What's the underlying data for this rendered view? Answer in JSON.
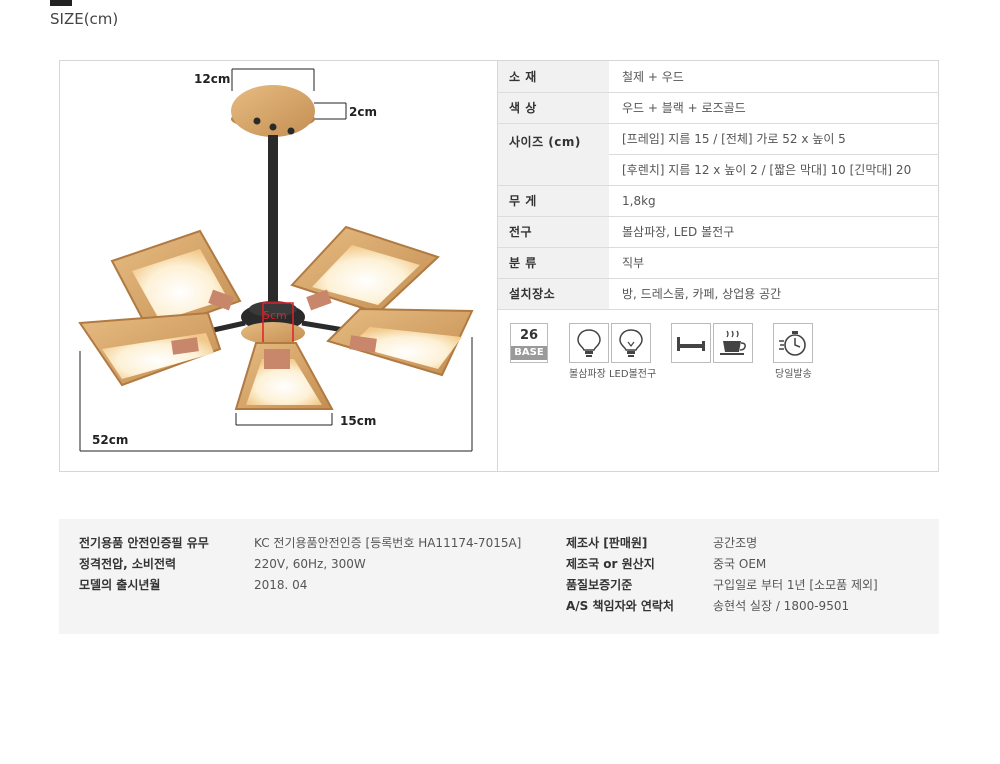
{
  "heading": "SIZE(cm)",
  "dimensions": {
    "mount_diameter": "12cm",
    "mount_height": "2cm",
    "hub": "5cm",
    "shade": "15cm",
    "total_width": "52cm"
  },
  "specs": [
    {
      "label": "소 재",
      "value": "철제 + 우드"
    },
    {
      "label": "색 상",
      "value": "우드 + 블랙 + 로즈골드"
    },
    {
      "label": "사이즈 (cm)",
      "value": "[프레임] 지름 15 / [전체] 가로 52 x 높이 5"
    },
    {
      "label": "",
      "value": "[후렌치] 지름 12 x 높이 2 / [짧은 막대] 10 [긴막대] 20"
    },
    {
      "label": "무 게",
      "value": "1,8kg"
    },
    {
      "label": "전구",
      "value": "볼삼파장, LED 볼전구"
    },
    {
      "label": "분 류",
      "value": "직부"
    },
    {
      "label": "설치장소",
      "value": "방, 드레스룸, 카페, 상업용 공간"
    }
  ],
  "icons": {
    "base_number": "26",
    "base_label": "BASE",
    "bulb_label": "볼삼파장 LED볼전구",
    "delivery_label": "당일발송"
  },
  "info": {
    "left": [
      {
        "label": "전기용품 안전인증필 유무",
        "value": "KC 전기용품안전인증 [등록번호 HA11174-7015A]"
      },
      {
        "label": "정격전압, 소비전력",
        "value": "220V, 60Hz, 300W"
      },
      {
        "label": "모델의 출시년월",
        "value": "2018. 04"
      }
    ],
    "right": [
      {
        "label": "제조사 [판매원]",
        "value": "공간조명"
      },
      {
        "label": "제조국 or 원산지",
        "value": "중국 OEM"
      },
      {
        "label": "품질보증기준",
        "value": "구입일로 부터 1년 [소모품 제외]"
      },
      {
        "label": "A/S 책임자와 연락처",
        "value": "송현석 실장 / 1800-9501"
      }
    ]
  },
  "colors": {
    "wood": "#d9a86a",
    "wood_dark": "#b8834a",
    "shade_glow": "#fbe9c6",
    "metal": "#2a2a2a",
    "rose_gold": "#c8866a",
    "hub_marker": "#e0202a"
  }
}
